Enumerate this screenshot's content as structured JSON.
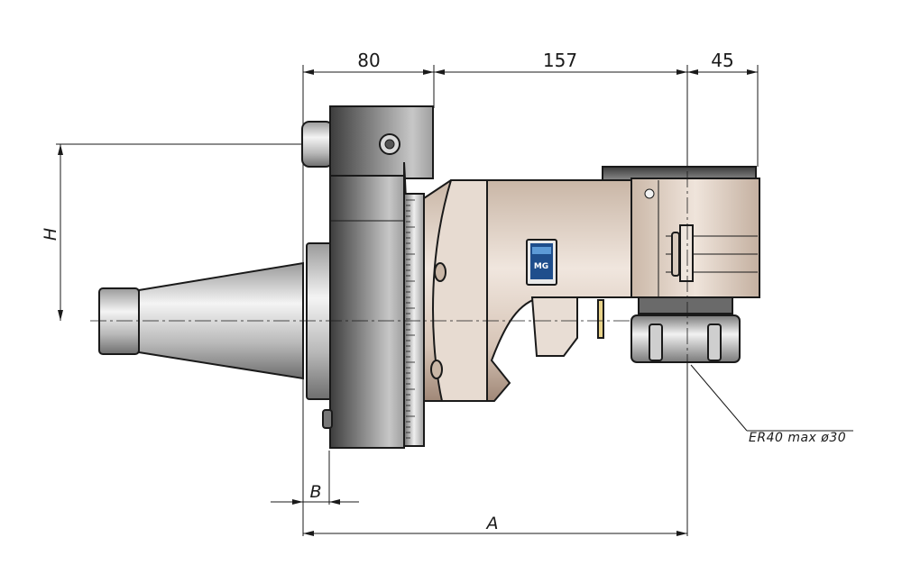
{
  "dimensions": {
    "d1": "80",
    "d2": "157",
    "d3": "45",
    "height": "H",
    "flange": "B",
    "length": "A"
  },
  "callout": {
    "collet": "ER40 max ø30"
  },
  "logo": {
    "text": "MG"
  },
  "colors": {
    "steel_dark": "#5a5a5a",
    "steel_light": "#e6e6e6",
    "body_tan": "#d4c2b4",
    "logo_blue": "#1f4e8c"
  }
}
